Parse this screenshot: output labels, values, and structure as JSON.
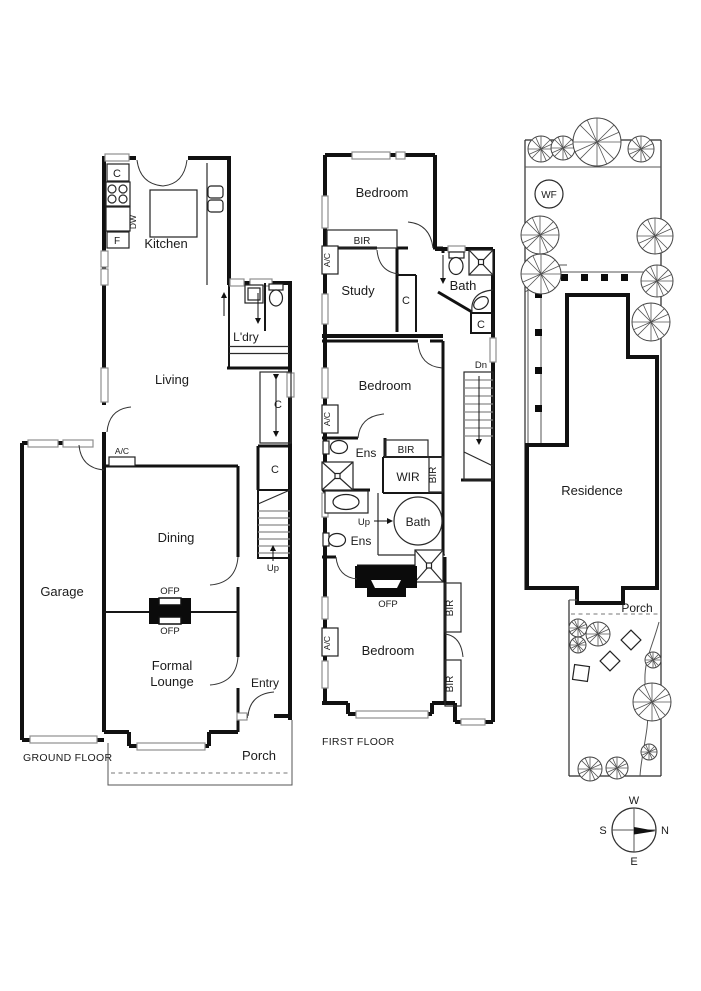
{
  "titles": {
    "ground": "GROUND FLOOR",
    "first": "FIRST FLOOR"
  },
  "ground": {
    "kitchen": "Kitchen",
    "laundry": "L'dry",
    "living": "Living",
    "dining": "Dining",
    "garage": "Garage",
    "formal_lounge_line1": "Formal",
    "formal_lounge_line2": "Lounge",
    "entry": "Entry",
    "porch": "Porch",
    "cupboard": "C",
    "fridge": "F",
    "dishwasher": "DW",
    "aircon": "A/C",
    "open_fireplace": "OFP",
    "up": "Up"
  },
  "first": {
    "bedroom": "Bedroom",
    "study": "Study",
    "bathroom": "Bath",
    "ensuite": "Ens",
    "walk_in_robe": "WIR",
    "built_in_robe": "BIR",
    "cupboard": "C",
    "aircon": "A/C",
    "open_fireplace": "OFP",
    "up": "Up",
    "down": "Dn"
  },
  "site": {
    "residence": "Residence",
    "porch": "Porch",
    "water_feature": "WF",
    "compass": {
      "west": "W",
      "south": "S",
      "north": "N",
      "east": "E"
    }
  }
}
